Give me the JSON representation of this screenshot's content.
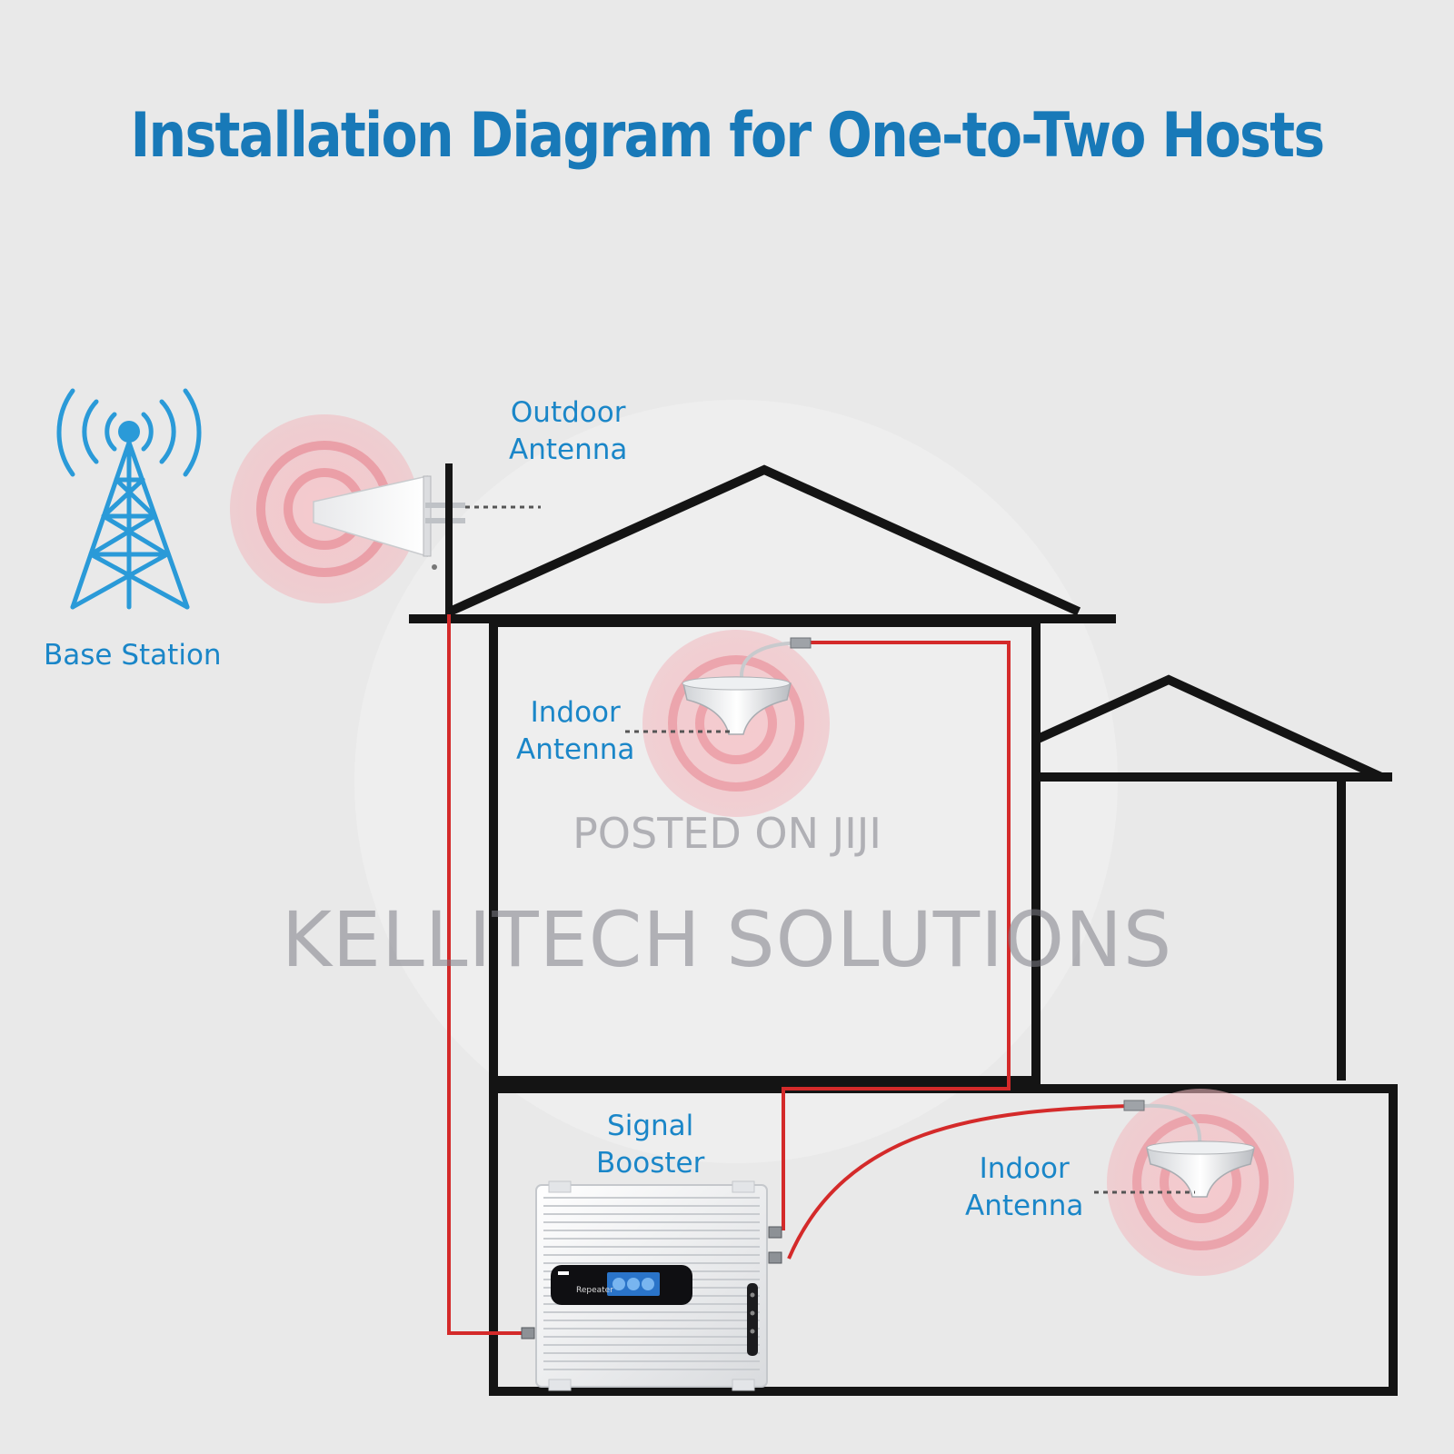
{
  "title": "Installation Diagram for One-to-Two Hosts",
  "labels": {
    "base_station": "Base Station",
    "outdoor_antenna": [
      "Outdoor",
      "Antenna"
    ],
    "indoor_antenna_upper": [
      "Indoor",
      "Antenna"
    ],
    "signal_booster": [
      "Signal",
      "Booster"
    ],
    "indoor_antenna_lower": [
      "Indoor",
      "Antenna"
    ]
  },
  "device": {
    "brand_text": "Repeater"
  },
  "watermarks": {
    "line1": "POSTED ON JIJI",
    "line2": "KELLITECH SOLUTIONS"
  },
  "colors": {
    "title": "#1879b8",
    "label": "#1a86c8",
    "tower": "#2a9ad8",
    "cable": "#d42a2a",
    "house_outline": "#141414",
    "signal_ring": "#e05a6a",
    "watermark": "rgba(125,125,135,0.55)"
  }
}
